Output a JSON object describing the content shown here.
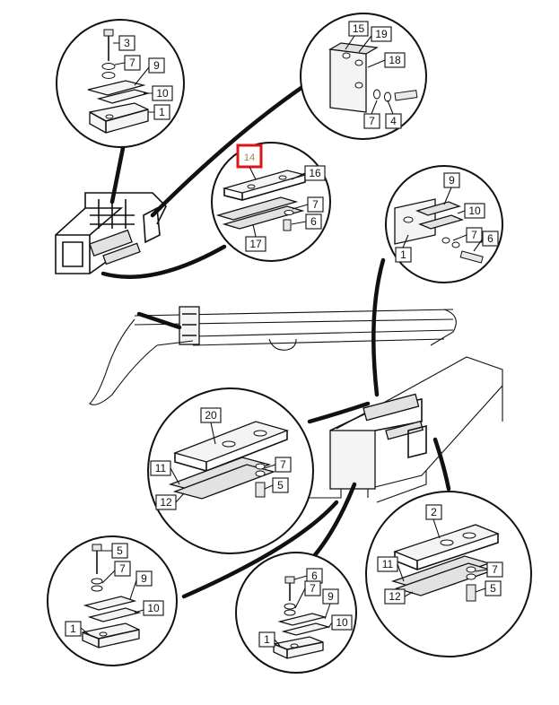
{
  "diagram": {
    "labels": {
      "d1": {
        "n3": "3",
        "n7": "7",
        "n9": "9",
        "n10": "10",
        "n1": "1"
      },
      "d2": {
        "n15": "15",
        "n19": "19",
        "n18": "18",
        "n7": "7",
        "n4": "4"
      },
      "d3": {
        "n14": "14",
        "n16": "16",
        "n7": "7",
        "n6": "6",
        "n17": "17"
      },
      "d4": {
        "n9": "9",
        "n10": "10",
        "n7": "7",
        "n6": "6",
        "n1": "1"
      },
      "d5": {
        "n20": "20",
        "n11": "11",
        "n7": "7",
        "n12": "12",
        "n5": "5"
      },
      "d6": {
        "n2": "2",
        "n11": "11",
        "n7": "7",
        "n12": "12",
        "n5": "5"
      },
      "d7": {
        "n5": "5",
        "n7": "7",
        "n9": "9",
        "n10": "10",
        "n1": "1"
      },
      "d8": {
        "n6": "6",
        "n7": "7",
        "n9": "9",
        "n10": "10",
        "n1": "1"
      }
    },
    "highlight_color": "#d81818"
  }
}
